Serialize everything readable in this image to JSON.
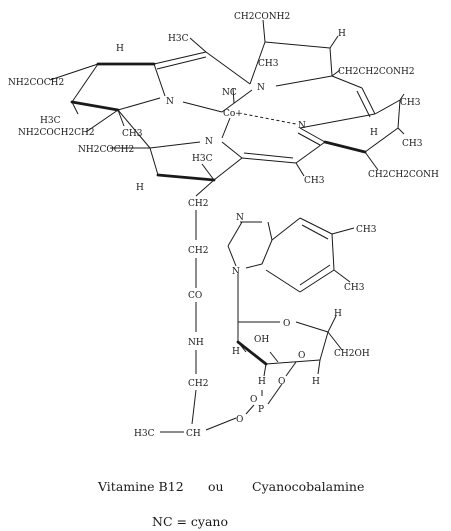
{
  "labels": {
    "ch2conh2_top": "CH2CONH2",
    "h3c_top": "H3C",
    "h_top_left": "H",
    "h_top_right": "H",
    "ch3_top": "CH3",
    "nh2coch2_left": "NH2COCH2",
    "ch2ch2conh2_right": "CH2CH2CONH2",
    "n_left": "N",
    "nc_co": "NC",
    "co_center": "Co+",
    "n_top": "N",
    "h3c_left": "H3C",
    "nh2coch2ch2_left": "NH2COCH2CH2",
    "ch3_left_inner": "CH3",
    "n_bottom_left": "N",
    "n_bottom_right": "N",
    "ch3_right_1": "CH3",
    "h_right": "H",
    "ch3_right_2": "CH3",
    "nh2coch2_bottom_left": "NH2COCH2",
    "h3c_bottom": "H3C",
    "h_bottom": "H",
    "ch3_bottom": "CH3",
    "ch2ch2conh_right": "CH2CH2CONH",
    "ch2_chain_1": "CH2",
    "ch2_chain_2": "CH2",
    "co_chain": "CO",
    "nh_chain": "NH",
    "ch2_chain_3": "CH2",
    "h3c_chain": "H3C",
    "ch_chain": "CH",
    "n_imid_1": "N",
    "n_imid_2": "N",
    "ch3_benz_1": "CH3",
    "ch3_benz_2": "CH3",
    "o_sugar_ring": "O",
    "h_sugar_1": "H",
    "h_sugar_2": "H",
    "oh_sugar": "OH",
    "ch2oh_sugar": "CH2OH",
    "h_sugar_3": "H",
    "h_sugar_4": "H",
    "o_phos_1": "O",
    "o_phos_2": "O",
    "o_phos_3": "O",
    "o_phos_4": "O",
    "p_phos": "P"
  },
  "caption": {
    "name": "Vitamine B12",
    "conj": "ou",
    "alt_name": "Cyanocobalamine",
    "legend": "NC = cyano"
  }
}
